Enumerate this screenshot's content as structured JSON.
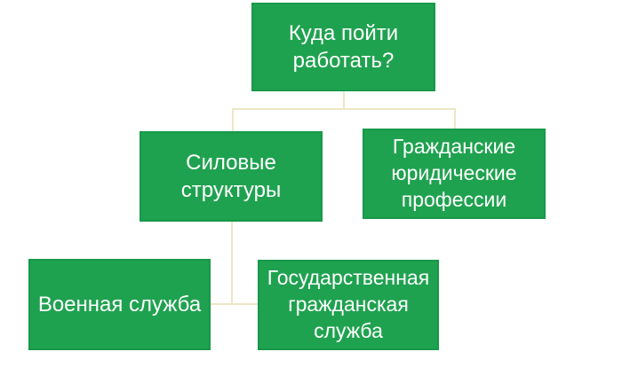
{
  "diagram": {
    "type": "org-chart",
    "background_color": "#ffffff",
    "node_fill_color": "#1fa24f",
    "node_border_color": "#17984a",
    "node_text_color": "#ffffff",
    "connector_color": "#ece7c3",
    "nodes": {
      "root": {
        "label": "Куда пойти работать?"
      },
      "silovye": {
        "label": "Силовые структуры"
      },
      "grazhdanskie": {
        "label": "Гражданские юридические профессии"
      },
      "voennaya": {
        "label": "Военная служба"
      },
      "gos": {
        "label": "Государственная гражданская служба"
      }
    },
    "edges": [
      {
        "from": "Куда пойти работать?",
        "to": "Силовые структуры"
      },
      {
        "from": "Куда пойти работать?",
        "to": "Гражданские юридические профессии"
      },
      {
        "from": "Силовые структуры",
        "to": "Военная служба"
      },
      {
        "from": "Силовые структуры",
        "to": "Государственная гражданская служба"
      }
    ]
  }
}
